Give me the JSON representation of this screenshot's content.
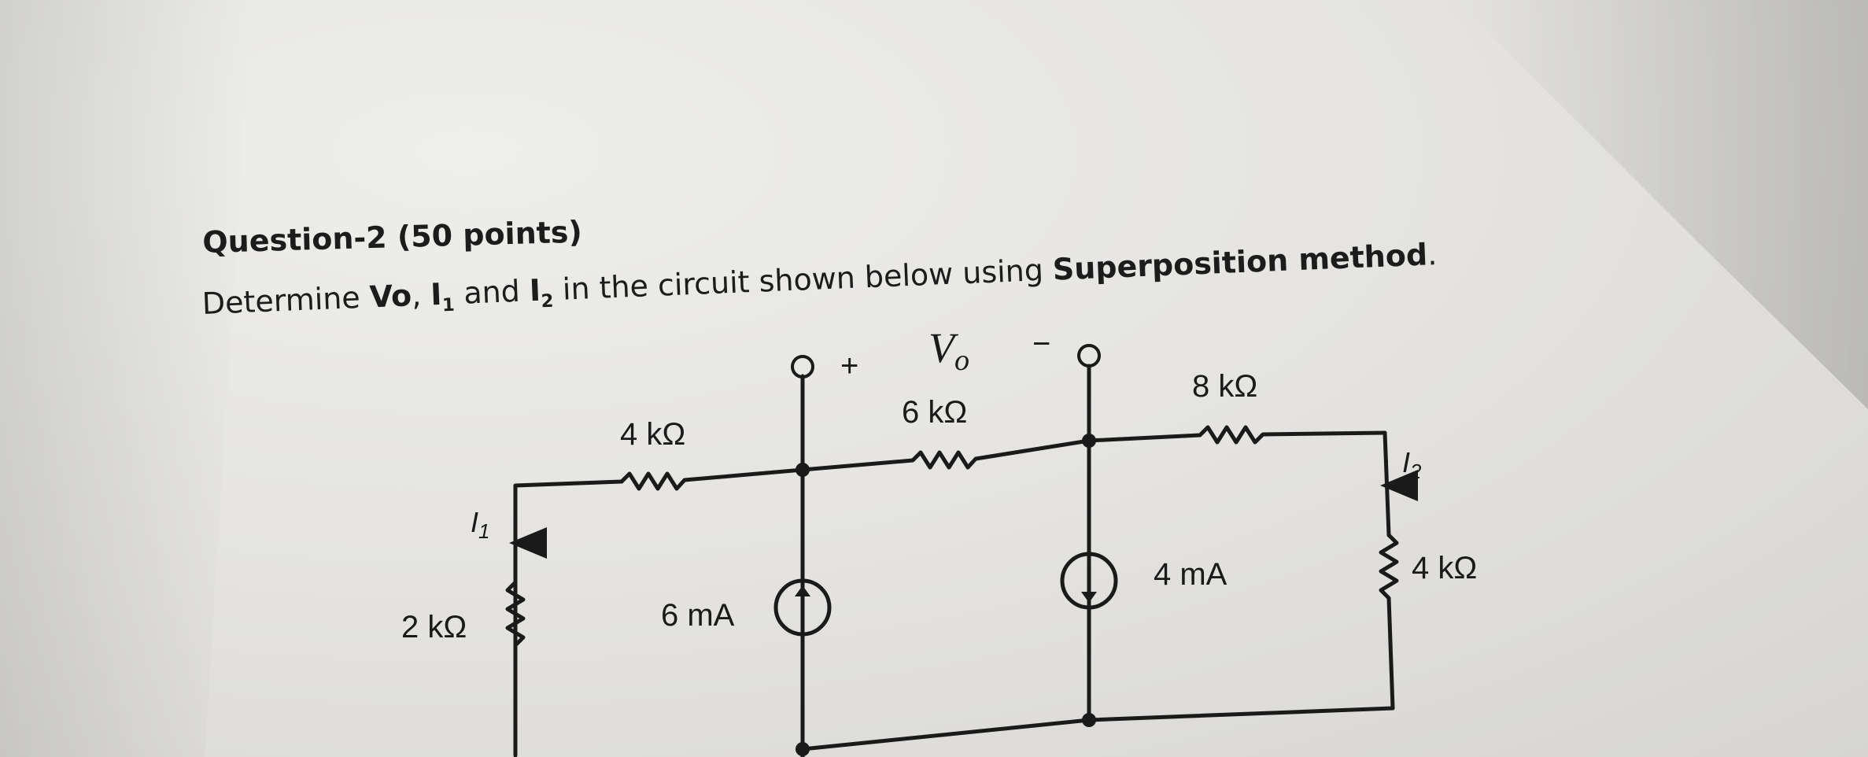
{
  "question": {
    "title": "Question-2 (50 points)",
    "body_prefix": "Determine ",
    "vo_symbol": "Vo",
    "comma": ", ",
    "i1_symbol": "I",
    "i1_sub": "1",
    "and_text": " and ",
    "i2_symbol": "I",
    "i2_sub": "2",
    "body_middle": " in the circuit shown below using ",
    "method": "Superposition method",
    "period": "."
  },
  "circuit": {
    "resistors": {
      "r_left_series": "4 kΩ",
      "r_middle_series": "6 kΩ",
      "r_right_series": "8 kΩ",
      "r_left_shunt": "2 kΩ",
      "r_right_shunt": "4 kΩ"
    },
    "sources": {
      "current_source_up": "6 mA",
      "current_source_down": "4 mA"
    },
    "voltage": {
      "name": "V",
      "sub": "o",
      "plus": "+",
      "minus": "−"
    },
    "currents": {
      "i1_name": "I",
      "i1_sub": "1",
      "i2_name": "I",
      "i2_sub": "2"
    }
  }
}
